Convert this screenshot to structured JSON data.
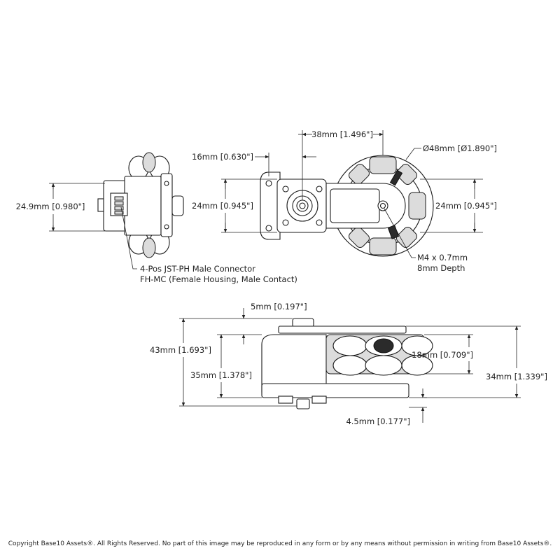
{
  "top_view": {
    "dim_16mm": "16mm [0.630\"]",
    "dim_38mm": "38mm [1.496\"]",
    "dim_diameter": "Ø48mm [Ø1.890\"]",
    "dim_24mm_left": "24mm [0.945\"]",
    "dim_24mm_right": "24mm [0.945\"]",
    "thread_line1": "M4 x 0.7mm",
    "thread_line2": "8mm Depth"
  },
  "side_view_left": {
    "dim_height": "24.9mm [0.980\"]",
    "connector_line1": "4-Pos JST-PH Male Connector",
    "connector_line2": "FH-MC (Female Housing, Male Contact)"
  },
  "front_view": {
    "dim_5mm": "5mm [0.197\"]",
    "dim_43mm": "43mm [1.693\"]",
    "dim_35mm": "35mm [1.378\"]",
    "dim_18mm": "18mm [0.709\"]",
    "dim_34mm": "34mm [1.339\"]",
    "dim_4_5mm": "4.5mm [0.177\"]"
  },
  "copyright": "Copyright Base10 Assets®.  All Rights Reserved. No part of this image may be reproduced in any form or by any means without permission in writing from Base10 Assets®."
}
